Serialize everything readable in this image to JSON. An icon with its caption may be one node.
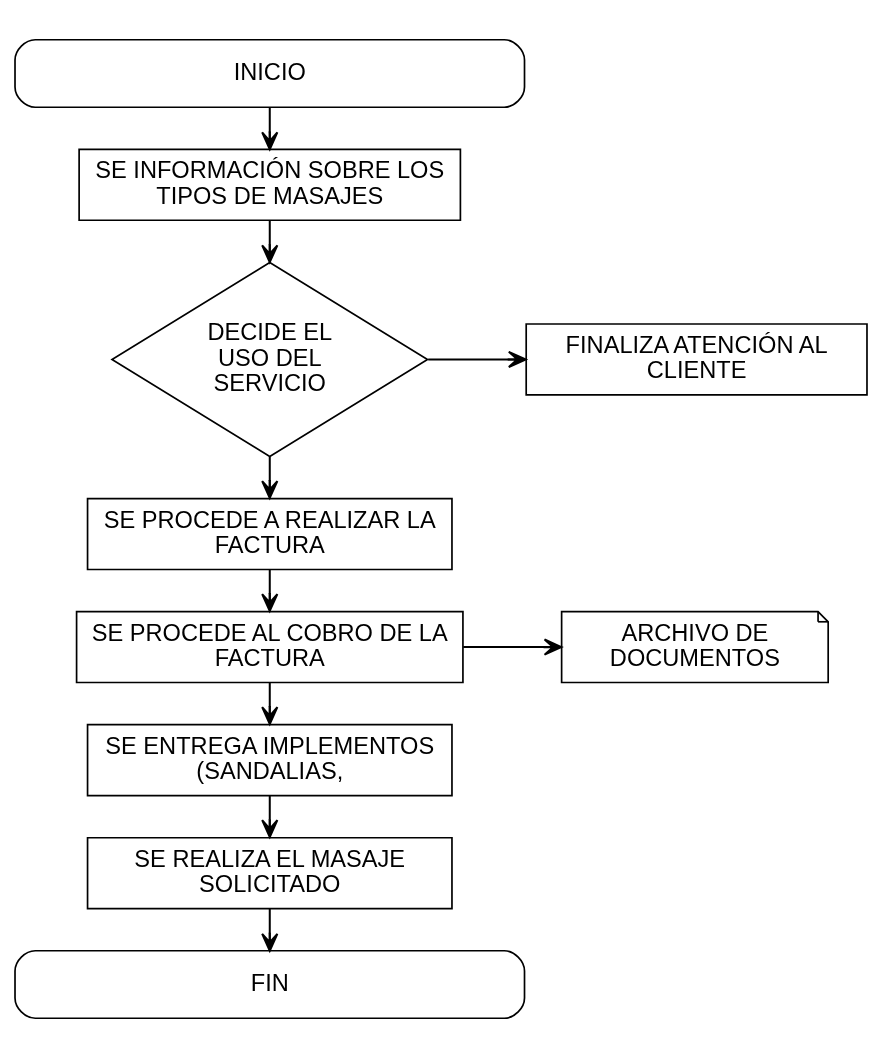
{
  "diagram": {
    "nodes": [
      {
        "text": [
          "INICIO"
        ]
      },
      {
        "text": [
          "SE INFORMACIÓN SOBRE LOS TIPOS DE MASAJES"
        ]
      },
      {
        "text": [
          "DECIDE EL USO DEL SERVICIO"
        ]
      },
      {
        "text": [
          "FINALIZA ATENCIÓN AL CLIENTE"
        ]
      },
      {
        "text": [
          "SE PROCEDE A REALIZAR LA FACTURA"
        ]
      },
      {
        "text": [
          "SE PROCEDE AL COBRO DE LA FACTURA"
        ]
      },
      {
        "text": [
          "ARCHIVO DE DOCUMENTOS"
        ]
      },
      {
        "text": [
          "SE ENTREGA IMPLEMENTOS (SANDALIAS,"
        ]
      },
      {
        "text": [
          "SE REALIZA EL MASAJE SOLICITADO"
        ]
      },
      {
        "text": [
          "FIN"
        ]
      }
    ],
    "edges": [
      {
        "from": 0,
        "to": 1,
        "arrow": "to"
      },
      {
        "from": 1,
        "to": 2,
        "arrow": "to"
      },
      {
        "from": 2,
        "to": 3,
        "arrow": "to"
      },
      {
        "from": 2,
        "to": 4,
        "arrow": "to"
      },
      {
        "from": 4,
        "to": 5,
        "arrow": "to"
      },
      {
        "from": 5,
        "to": 6,
        "arrow": "to"
      },
      {
        "from": 5,
        "to": 7,
        "arrow": "to"
      },
      {
        "from": 7,
        "to": 8,
        "arrow": "to"
      },
      {
        "from": 8,
        "to": 9,
        "arrow": "to"
      }
    ]
  }
}
